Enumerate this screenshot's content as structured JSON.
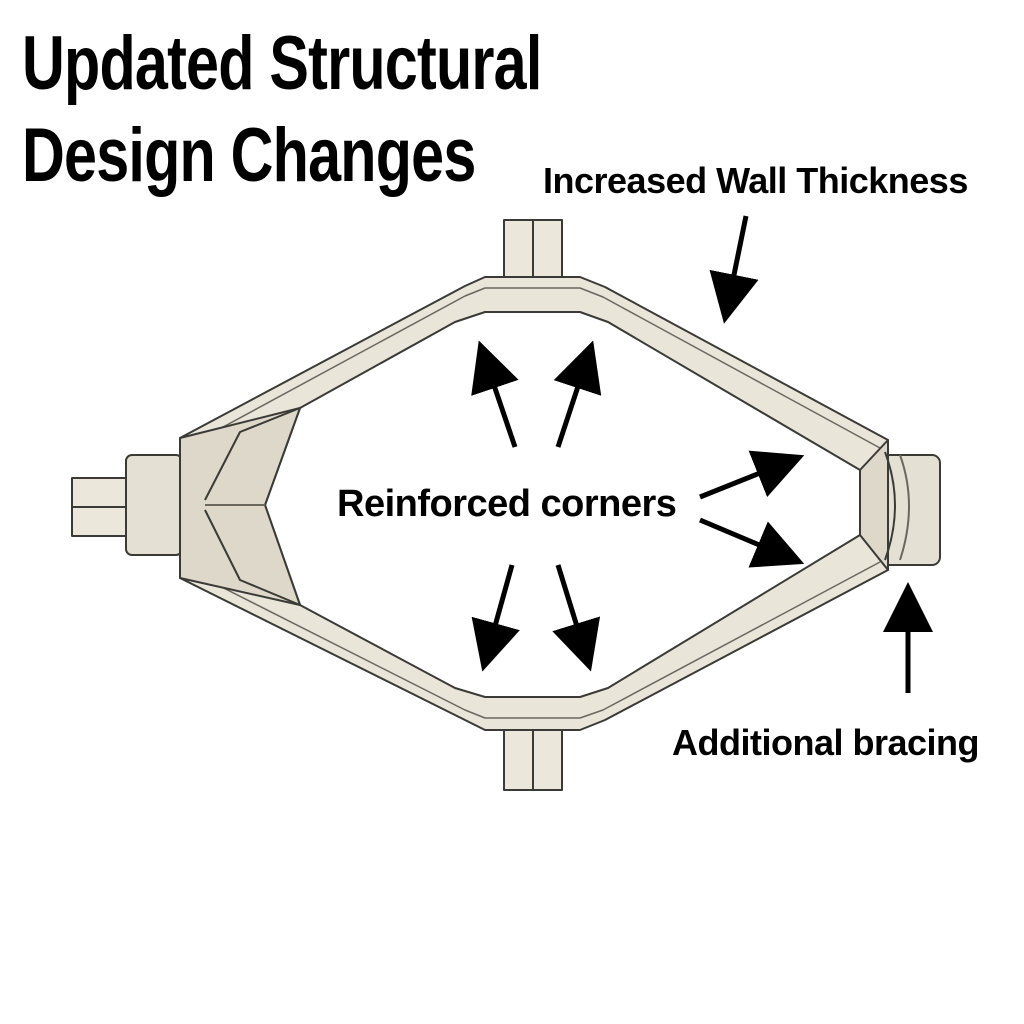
{
  "title": "Updated Structural Design Changes",
  "callouts": {
    "wall_thickness": "Increased Wall Thickness",
    "reinforced_corners": "Reinforced corners",
    "additional_bracing": "Additional bracing"
  },
  "colors": {
    "part_fill": "#e9e5d9",
    "part_shadow": "#cfcab9",
    "part_edge": "#3a3a36",
    "arrow": "#000000"
  }
}
